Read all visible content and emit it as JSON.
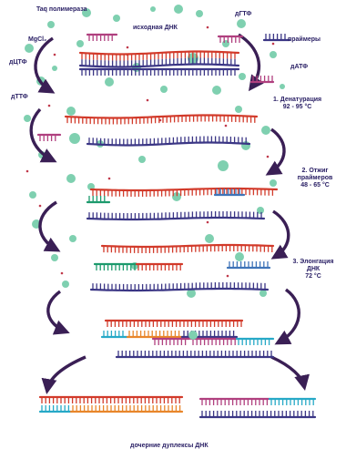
{
  "labels": {
    "taq": "Taq полимераза",
    "source_dna": "исходная ДНК",
    "dgtp": "дГТФ",
    "mgcl2": "MgCl₂",
    "primers": "праймеры",
    "dctp": "дЦТФ",
    "datp": "дАТФ",
    "dttp": "дТТФ",
    "daughter": "дочерние дуплексы ДНК"
  },
  "steps": [
    {
      "name": "1. Денатурация",
      "temp": "92 - 95 °C"
    },
    {
      "name": "2. Отжиг праймеров",
      "temp": "48 - 65 °C"
    },
    {
      "name": "3. Элонгация ДНК",
      "temp": "72 °C"
    }
  ],
  "colors": {
    "strand_red": "#d23a2a",
    "strand_navy": "#3b3685",
    "primer_magenta": "#b0407f",
    "primer_green": "#1d9a6d",
    "primer_blue": "#3f74b8",
    "primer_cyan": "#27a9c7",
    "primer_orange": "#e8862b",
    "nucleotide_green": "#7fd0b0",
    "salt_red": "#c0394b",
    "arrow": "#3a1f55",
    "text": "#2b2166"
  },
  "icons": [
    "nucleotide-dot-icon",
    "curved-arrow-icon",
    "primer-fragment-icon"
  ]
}
